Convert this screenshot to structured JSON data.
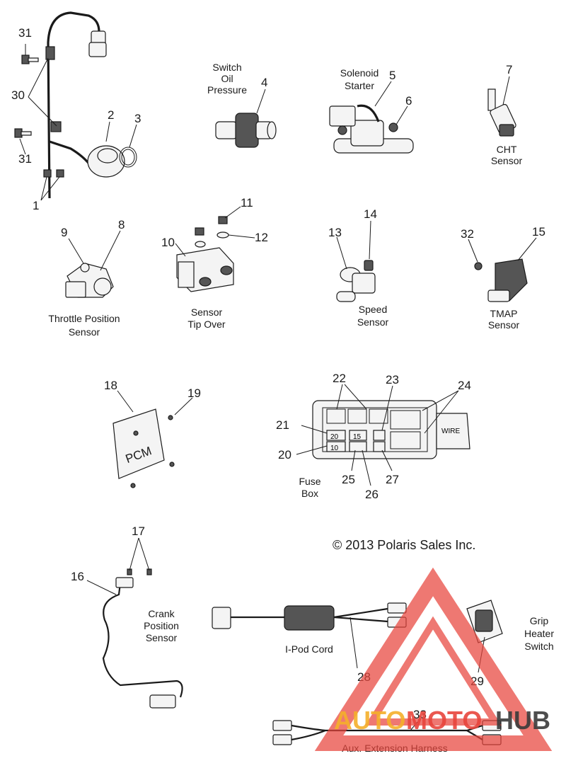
{
  "callouts": {
    "c1": "1",
    "c2": "2",
    "c3": "3",
    "c4": "4",
    "c5": "5",
    "c6": "6",
    "c7": "7",
    "c8": "8",
    "c9": "9",
    "c10": "10",
    "c11": "11",
    "c12": "12",
    "c13": "13",
    "c14": "14",
    "c15": "15",
    "c16": "16",
    "c17": "17",
    "c18": "18",
    "c19": "19",
    "c20": "20",
    "c21": "21",
    "c22": "22",
    "c23": "23",
    "c24": "24",
    "c25": "25",
    "c26": "26",
    "c27": "27",
    "c28": "28",
    "c29": "29",
    "c30": "30",
    "c31a": "31",
    "c31b": "31",
    "c32": "32",
    "c33": "33"
  },
  "labels": {
    "oil_pressure": [
      "Switch",
      "Oil",
      "Pressure"
    ],
    "solenoid": [
      "Solenoid",
      "Starter"
    ],
    "cht": [
      "CHT",
      "Sensor"
    ],
    "throttle": [
      "Throttle Position",
      "Sensor"
    ],
    "tipover": [
      "Sensor",
      "Tip Over"
    ],
    "speed": [
      "Speed",
      "Sensor"
    ],
    "tmap": [
      "TMAP",
      "Sensor"
    ],
    "fusebox": [
      "Fuse",
      "Box"
    ],
    "crank": [
      "Crank",
      "Position",
      "Sensor"
    ],
    "ipod": "I-Pod Cord",
    "grip": [
      "Grip",
      "Heater",
      "Switch"
    ],
    "aux": "Aux. Extension Harness"
  },
  "pcm_text": "PCM",
  "wire_text": "WIRE",
  "fuses": {
    "f20": "20",
    "f15": "15",
    "f10": "10"
  },
  "copyright": "© 2013 Polaris Sales Inc.",
  "watermark": {
    "part1": "AUTO",
    "part2": "MOTO",
    "part3": "HUB"
  },
  "colors": {
    "watermark_red": "#e8453c",
    "watermark_orange": "#f5b02b",
    "watermark_gray": "#3a3a3a"
  }
}
